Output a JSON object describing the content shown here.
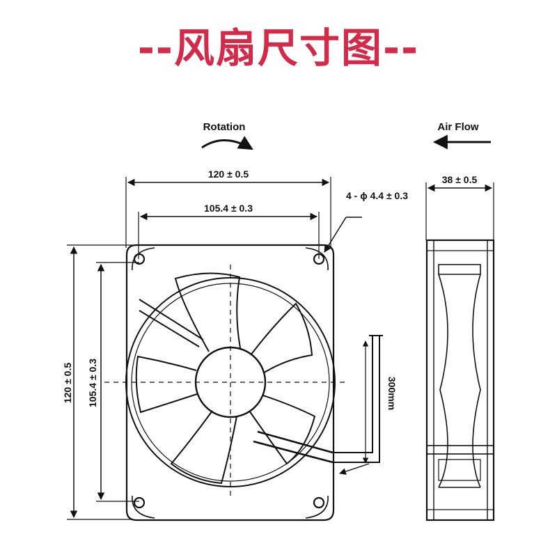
{
  "title": "--风扇尺寸图--",
  "colors": {
    "title": "#d42a4a",
    "line": "#111111",
    "background": "#ffffff"
  },
  "labels": {
    "rotation": "Rotation",
    "air_flow": "Air Flow",
    "width_outer": "120 ± 0.5",
    "width_hole": "105.4 ± 0.3",
    "height_outer": "120 ± 0.5",
    "height_hole": "105.4 ± 0.3",
    "depth": "38 ± 0.5",
    "mount_holes": "4 - ϕ 4.4 ± 0.3",
    "cable_length": "300mm"
  },
  "icons": [
    "rotation-arrow-icon",
    "air-flow-arrow-icon"
  ]
}
